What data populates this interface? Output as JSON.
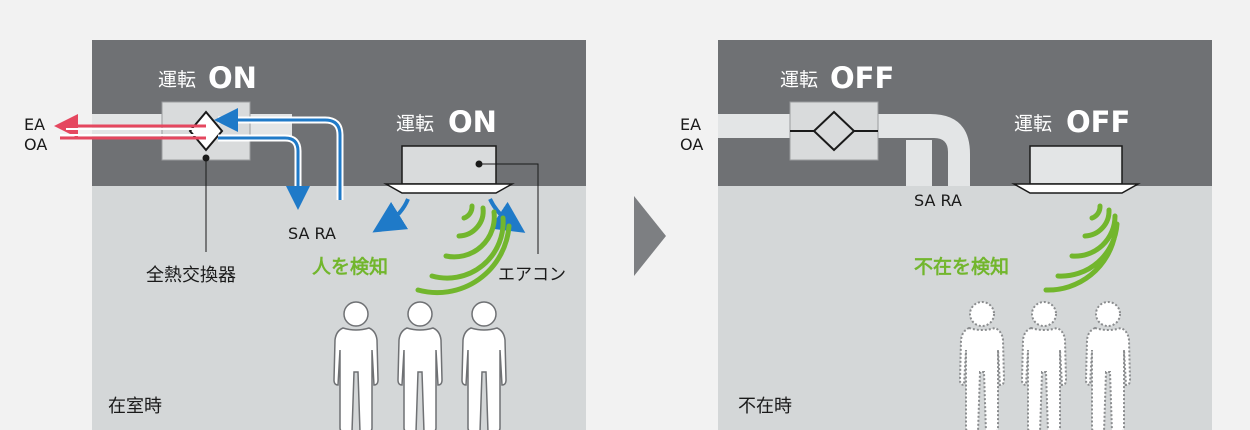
{
  "colors": {
    "ceiling": "#6f7174",
    "room": "#d4d7d8",
    "page_bg": "#f2f2f2",
    "unit_fill": "#d9dbdc",
    "duct_on": "#e3e5e6",
    "red_flow": "#e5475f",
    "blue_flow": "#1f7ac8",
    "sensor_green": "#72b62d",
    "text_dark": "#1a1a1a",
    "arrow_gray": "#7d7f82"
  },
  "left_panel": {
    "erv_status_prefix": "運転",
    "erv_status_value": "ON",
    "ac_status_prefix": "運転",
    "ac_status_value": "ON",
    "ea_label": "EA",
    "oa_label": "OA",
    "sa_ra_label": "SA RA",
    "erv_callout": "全熱交換器",
    "detect_label": "人を検知",
    "ac_callout": "エアコン",
    "state_label": "在室時"
  },
  "right_panel": {
    "erv_status_prefix": "運転",
    "erv_status_value": "OFF",
    "ac_status_prefix": "運転",
    "ac_status_value": "OFF",
    "ea_label": "EA",
    "oa_label": "OA",
    "sa_ra_label": "SA RA",
    "detect_label": "不在を検知",
    "state_label": "不在時"
  },
  "icons": {
    "person": "person-silhouette-icon",
    "ghost_person": "dashed-person-outline-icon",
    "sensor": "motion-sensor-waves-icon",
    "next": "chevron-right-icon"
  }
}
